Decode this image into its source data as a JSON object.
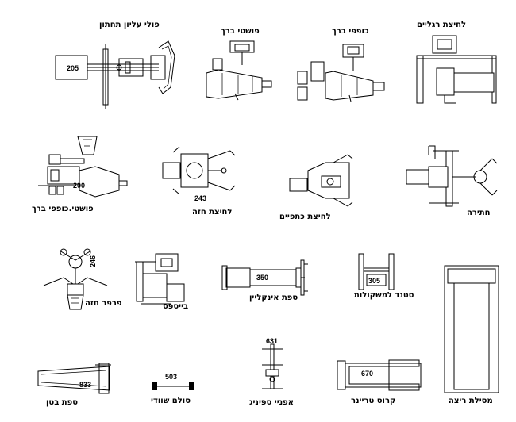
{
  "labels": {
    "upper_pulley": "פולי עליון תחתון",
    "leg_extension": "פושטי ברך",
    "leg_curl": "כופפי ברך",
    "leg_press": "לחיצת רגליים",
    "combo_leg": "פושטי.כופפי ברך",
    "chest_press": "לחיצת חזה",
    "shoulder_press": "לחיצת כתפיים",
    "row": "חתירה",
    "pec_fly": "פרפר חזה",
    "biceps": "בייספס",
    "incline_bench": "ספת אינקליין",
    "weights_stand": "סטנד למשקולות",
    "abs_bench": "ספת בטן",
    "dumbbell_bar": "סולם שוודי",
    "spinning": "אפניי ספיניג",
    "cross_trainer": "קרוס טריינר",
    "treadmill": "מסילת ריצה"
  },
  "numbers": {
    "n205": "205",
    "n200": "200",
    "n243": "243",
    "n246": "246",
    "n350": "350",
    "n305": "305",
    "n833": "833",
    "n503": "503",
    "n631": "631",
    "n670": "670"
  }
}
